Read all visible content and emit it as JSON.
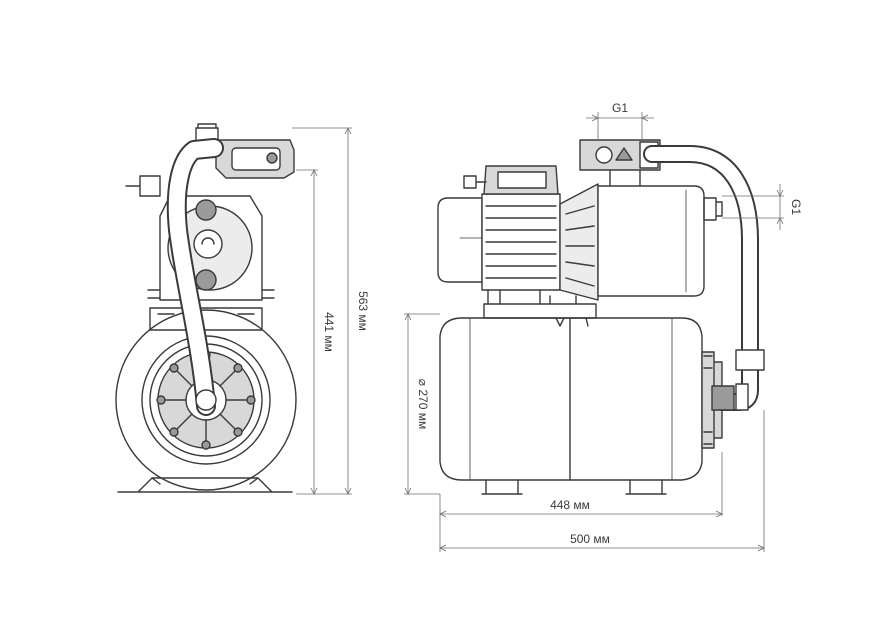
{
  "colors": {
    "line": "#3a3a3a",
    "dim_line": "#6e6e6e",
    "fill_dark": "#9a9a9a",
    "fill_light": "#d8d8d8",
    "background": "#ffffff"
  },
  "dimensions": {
    "total_height": "563 мм",
    "pump_height": "441 мм",
    "tank_diameter": "⌀ 270 мм",
    "tank_length": "448 мм",
    "total_length": "500 мм",
    "inlet_thread": "G1",
    "outlet_thread": "G1"
  }
}
